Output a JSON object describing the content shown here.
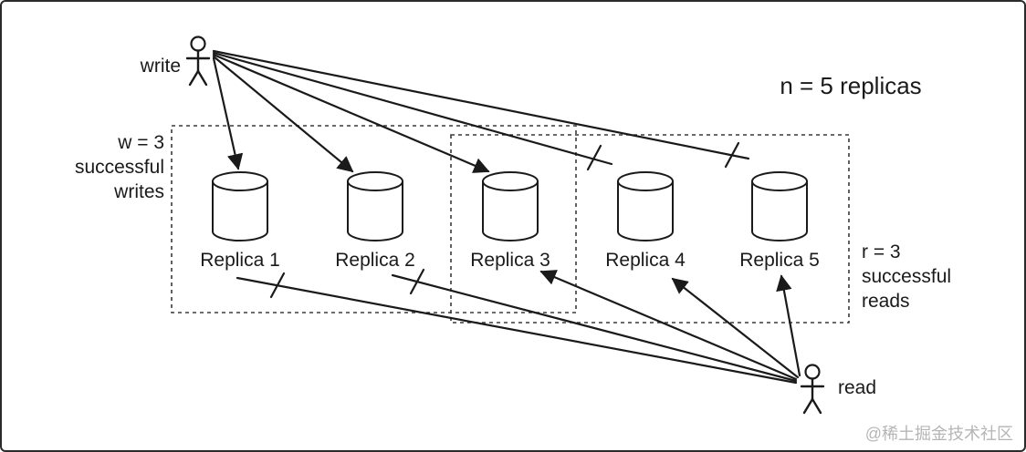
{
  "diagram": {
    "annotation_n": "n = 5 replicas",
    "write_actor": {
      "label": "write"
    },
    "read_actor": {
      "label": "read"
    },
    "write_quorum": {
      "lines": [
        "w = 3",
        "successful",
        "writes"
      ]
    },
    "read_quorum": {
      "lines": [
        "r = 3",
        "successful",
        "reads"
      ]
    },
    "replicas": [
      {
        "label": "Replica 1"
      },
      {
        "label": "Replica 2"
      },
      {
        "label": "Replica 3"
      },
      {
        "label": "Replica 4"
      },
      {
        "label": "Replica 5"
      }
    ],
    "write_connections": [
      {
        "target": "Replica 1",
        "status": "success"
      },
      {
        "target": "Replica 2",
        "status": "success"
      },
      {
        "target": "Replica 3",
        "status": "success"
      },
      {
        "target": "Replica 4",
        "status": "failed"
      },
      {
        "target": "Replica 5",
        "status": "failed"
      }
    ],
    "read_connections": [
      {
        "target": "Replica 1",
        "status": "failed"
      },
      {
        "target": "Replica 2",
        "status": "failed"
      },
      {
        "target": "Replica 3",
        "status": "success"
      },
      {
        "target": "Replica 4",
        "status": "success"
      },
      {
        "target": "Replica 5",
        "status": "success"
      }
    ],
    "watermark": "@稀土掘金技术社区"
  }
}
